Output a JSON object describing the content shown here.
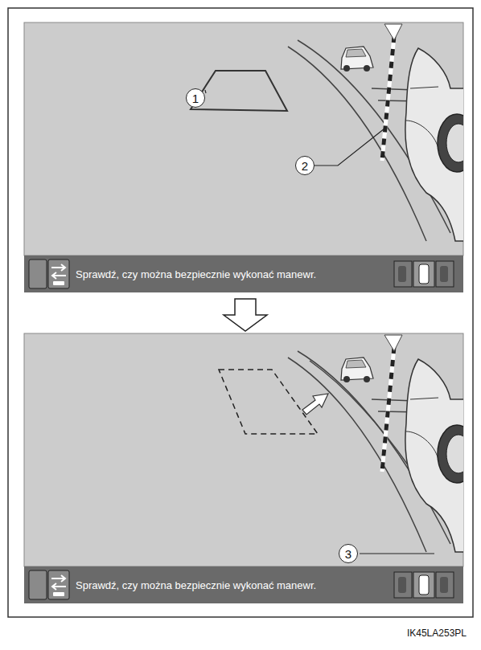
{
  "diagram": {
    "nodes": [
      {
        "text": [
          "Sprawdź, czy można bezpiecznie wykonać manewr."
        ]
      },
      {
        "text": [
          "Sprawdź, czy można bezpiecznie wykonać manewr."
        ]
      }
    ],
    "labels": [
      "1",
      "2",
      "3",
      "IK45LA253PL"
    ]
  }
}
